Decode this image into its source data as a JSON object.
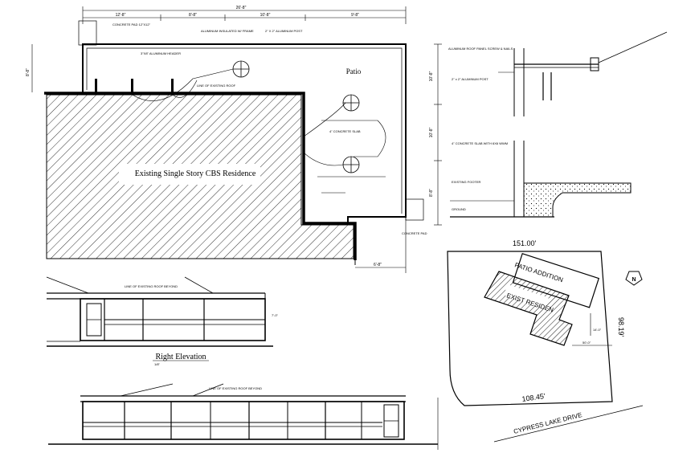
{
  "plan": {
    "overall_dim": "26'-8\"",
    "seg_dims": [
      "12'-8\"",
      "8'-8\"",
      "10'-8\"",
      "9'-8\""
    ],
    "left_dim": "8'-8\"",
    "right_dims": [
      "10'-8\"",
      "10'-8\"",
      "8'-8\""
    ],
    "bottom_dim": "6'-8\"",
    "residence_label": "Existing Single Story CBS Residence",
    "patio_label": "Patio",
    "small_notes": [
      "CONCRETE PAD 12\"X12\"",
      "ALUMINUM INSULATED W/ FRAME",
      "2\" X 2\" ALUMINUM POST",
      "3\"X8\" ALUMINUM HEADER",
      "LINE OF EXISTING ROOF",
      "4\" CONCRETE SLAB",
      "CONCRETE PAD"
    ]
  },
  "elevation": {
    "title": "Right Elevation",
    "scale": "1/8\"",
    "note_top": "LINE OF EXISTING ROOF BEYOND",
    "note_bottom": "LINE OF EXISTING ROOF BEYOND",
    "side_note": "7'-0\""
  },
  "details": {
    "notes": [
      "ALUMINUM ROOF PANEL SCREW & NAILS",
      "2\" x 2\" ALUMINUM POST",
      "4\" CONCRETE SLAB WITH 6X6 WWM",
      "EXISTING FOOTER",
      "GROUND"
    ]
  },
  "site": {
    "top_dim": "151.00'",
    "right_dim": "98.19'",
    "bottom_dim": "108.45'",
    "patio_label": "PATIO ADDITION",
    "exist_label": "EXIST RESIDEN",
    "dim_small_1": "14'-0\"",
    "dim_small_2": "50'-0\"",
    "road_label": "CYPRESS LAKE DRIVE",
    "north_label": "N"
  }
}
